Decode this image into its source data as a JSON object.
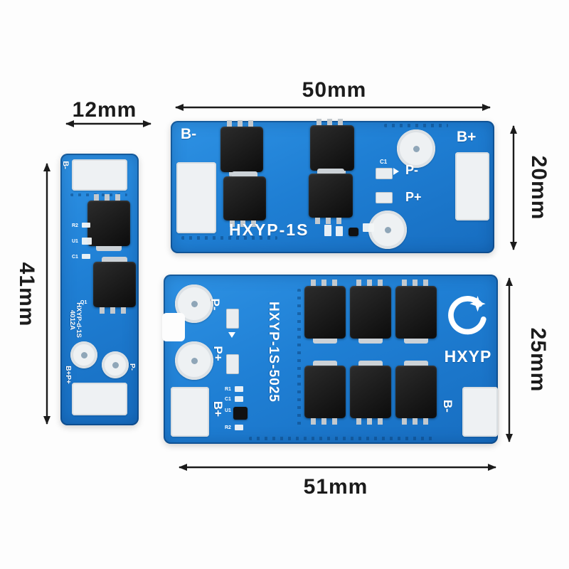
{
  "dimensions": {
    "small_board": {
      "width_label": "12mm",
      "height_label": "41mm"
    },
    "board_1s": {
      "width_label": "50mm",
      "height_label": "20mm"
    },
    "board_5025": {
      "width_label": "51mm",
      "height_label": "25mm"
    }
  },
  "small_board": {
    "label_b_minus": "B-",
    "model_line1": "HXYP-d-1S",
    "model_line2": "4012A",
    "label_b_plus_p_plus": "B+P+",
    "label_p_minus": "P-",
    "ref_r2": "R2",
    "ref_u1": "U1",
    "ref_c1": "C1",
    "ref_q1": "Q1"
  },
  "board_1s": {
    "label_b_minus": "B-",
    "label_b_plus": "B+",
    "label_p_minus": "P-",
    "label_p_plus": "P+",
    "ref_c1": "C1",
    "model": "HXYP-1S"
  },
  "board_5025": {
    "label_p_minus": "P-",
    "label_p_plus": "P+",
    "label_b_plus": "B+",
    "label_b_minus": "B-",
    "model": "HXYP-1S-5025",
    "brand": "HXYP",
    "ref_r1": "R1",
    "ref_c1": "C1",
    "ref_u1": "U1",
    "ref_r2": "R2"
  },
  "colors": {
    "pcb_blue": "#1f7fd4",
    "pcb_blue_dark": "#10589f",
    "pad_silver": "#eef1f3",
    "component_black": "#151515",
    "dimension_text": "#1b1b1b"
  }
}
